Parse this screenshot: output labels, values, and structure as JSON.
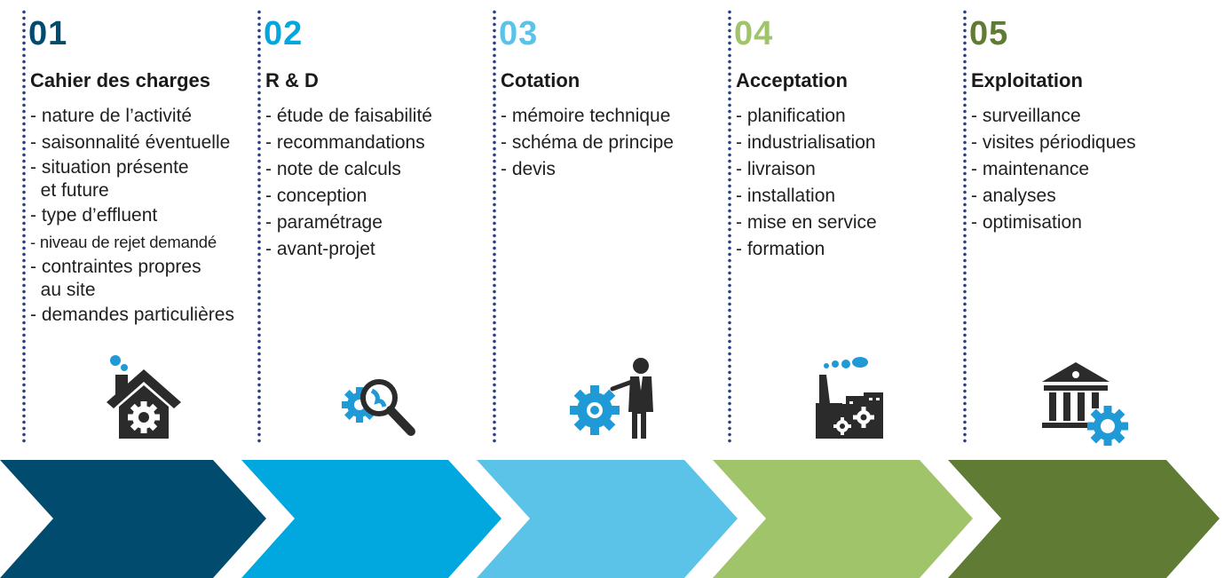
{
  "colors": {
    "step1": "#004b6e",
    "step2": "#00a8df",
    "step3": "#5bc3e8",
    "step4": "#a0c46a",
    "step5": "#5f7b34",
    "dots": "#2b3f86",
    "icon_dark": "#2b2b2b",
    "icon_blue": "#1f9ad6"
  },
  "steps": [
    {
      "number": "01",
      "title": "Cahier des charges",
      "icon": "house-gear-icon",
      "items": [
        "- nature de l’activité",
        "- saisonnalité éventuelle",
        "- situation présente",
        "  et future",
        "- type d’effluent",
        "- niveau de rejet demandé",
        "- contraintes propres",
        "  au site",
        "- demandes particulières"
      ]
    },
    {
      "number": "02",
      "title": "R & D",
      "icon": "magnifier-gear-icon",
      "items": [
        "- étude de faisabilité",
        "- recommandations",
        "- note de calculs",
        "- conception",
        "- paramétrage",
        "- avant-projet"
      ]
    },
    {
      "number": "03",
      "title": "Cotation",
      "icon": "presenter-gear-icon",
      "items": [
        "- mémoire technique",
        "- schéma de principe",
        "- devis"
      ]
    },
    {
      "number": "04",
      "title": "Acceptation",
      "icon": "factory-gear-icon",
      "items": [
        "- planification",
        "- industrialisation",
        "- livraison",
        "- installation",
        "- mise en service",
        "- formation"
      ]
    },
    {
      "number": "05",
      "title": "Exploitation",
      "icon": "institution-gear-icon",
      "items": [
        "- surveillance",
        "- visites périodiques",
        "- maintenance",
        "- analyses",
        "- optimisation"
      ]
    }
  ]
}
